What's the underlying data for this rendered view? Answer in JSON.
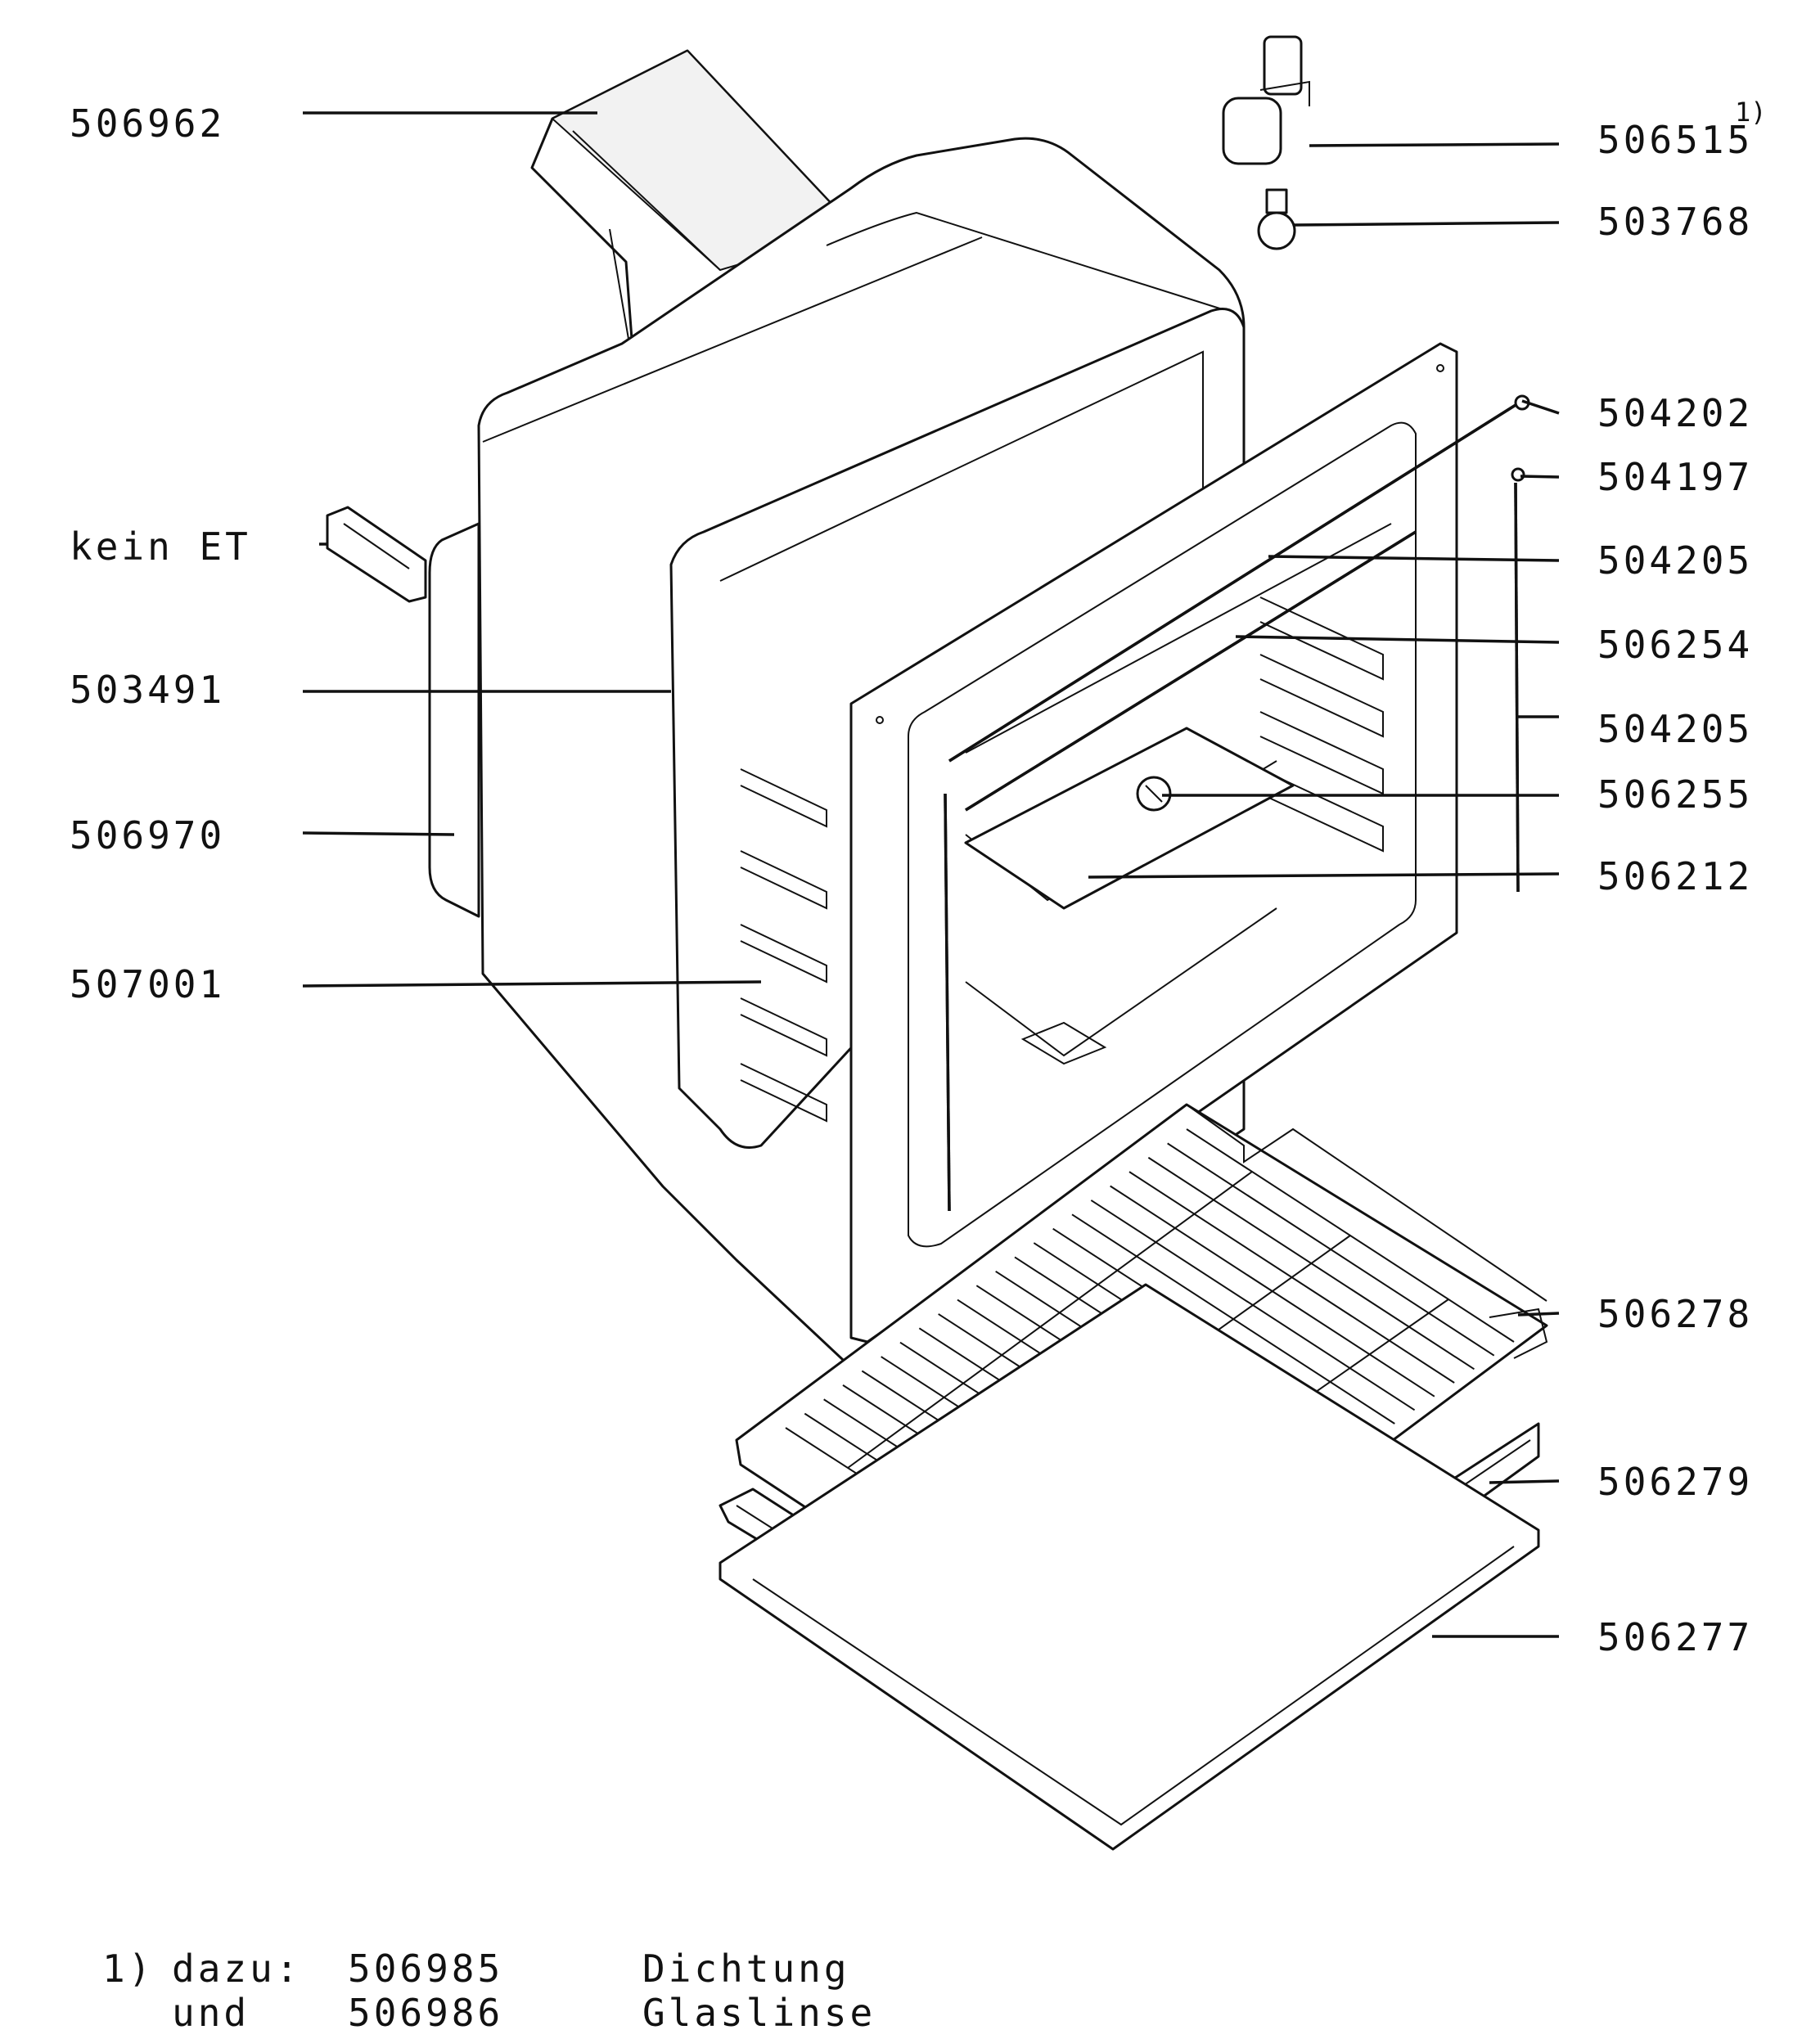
{
  "labels": {
    "p506962": "506962",
    "kein_et": "kein ET",
    "p503491": "503491",
    "p506970": "506970",
    "p507001": "507001",
    "p506515": "506515",
    "p506515_note": "1)",
    "p503768": "503768",
    "p504202": "504202",
    "p504197": "504197",
    "p504205_a": "504205",
    "p506254": "506254",
    "p504205_b": "504205",
    "p506255": "506255",
    "p506212": "506212",
    "p506278": "506278",
    "p506279": "506279",
    "p506277": "506277"
  },
  "footnote": {
    "row1": {
      "marker": "1)",
      "word": "dazu:",
      "number": "506985",
      "name": "Dichtung"
    },
    "row2": {
      "marker": "",
      "word": "und",
      "number": "506986",
      "name": "Glaslinse"
    }
  }
}
